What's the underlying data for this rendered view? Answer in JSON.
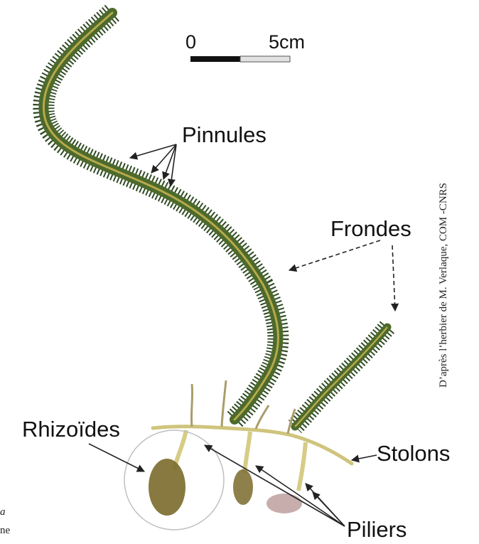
{
  "scale_bar": {
    "start_label": "0",
    "end_label": "5cm"
  },
  "labels": {
    "pinnules": "Pinnules",
    "frondes": "Frondes",
    "rhizoides": "Rhizoïdes",
    "stolons": "Stolons",
    "piliers": "Piliers"
  },
  "credit": "D’après l’herbier de M. Verlaque, COM -CNRS",
  "caption_fragments": {
    "line1": "a",
    "line2": "ne"
  },
  "colors": {
    "frond": "#3f5a2a",
    "frond_light": "#9aa24a",
    "stolon": "#c9c07a",
    "rhizoid": "#7a6a2a",
    "circle": "#bfbfbf"
  }
}
